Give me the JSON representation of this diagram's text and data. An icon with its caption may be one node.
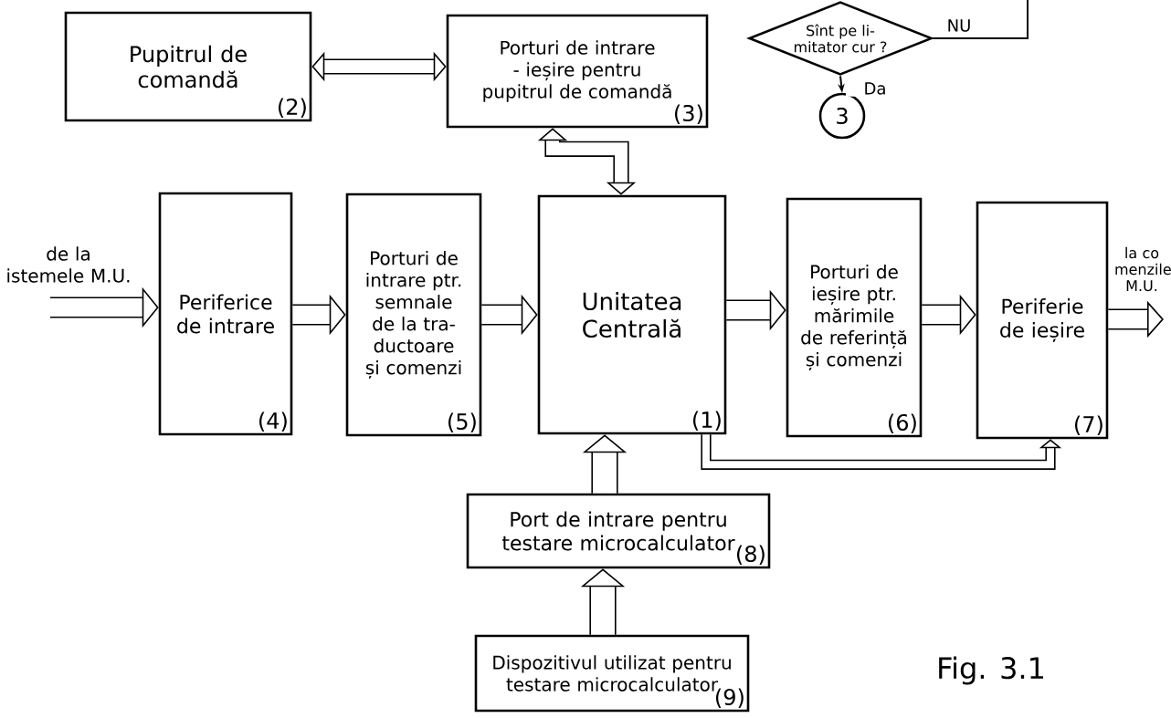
{
  "diagram": {
    "caption": "Fig. 3.1",
    "nodes": [
      {
        "text": [
          "Pupitrul de comandă",
          "(2)"
        ]
      },
      {
        "text": [
          "Porturi de intrare - ieșire pentru pupitrul de comandă",
          "(3)"
        ]
      },
      {
        "text": [
          "Sînt pe li- mitator cur ?"
        ]
      },
      {
        "text": [
          "3"
        ]
      },
      {
        "text": [
          "Periferice de intrare",
          "(4)"
        ]
      },
      {
        "text": [
          "Porturi de intrare ptr. semnale de la tra- ductoare și comenzi",
          "(5)"
        ]
      },
      {
        "text": [
          "Unitatea Centrală",
          "(1)"
        ]
      },
      {
        "text": [
          "Porturi de ieșire ptr. mărimile de referință și comenzi",
          "(6)"
        ]
      },
      {
        "text": [
          "Periferie de ieșire",
          "(7)"
        ]
      },
      {
        "text": [
          "Port de intrare pentru testare microcalculator",
          "(8)"
        ]
      },
      {
        "text": [
          "Dispozitivul utilizat pentru testare microcalculator",
          "(9)"
        ]
      }
    ],
    "edges": [
      {
        "from": 0,
        "to": 1,
        "arrow": "both"
      },
      {
        "from": 1,
        "to": 6,
        "arrow": "both"
      },
      {
        "from": null,
        "to": 4,
        "arrow": "to",
        "label": "de la istemele M.U."
      },
      {
        "from": 4,
        "to": 5,
        "arrow": "to"
      },
      {
        "from": 5,
        "to": 6,
        "arrow": "to"
      },
      {
        "from": 6,
        "to": 7,
        "arrow": "to"
      },
      {
        "from": 7,
        "to": 8,
        "arrow": "to"
      },
      {
        "from": 8,
        "to": null,
        "arrow": "to",
        "label": "la co menzile M.U."
      },
      {
        "from": 6,
        "to": 8,
        "arrow": "to"
      },
      {
        "from": 9,
        "to": 6,
        "arrow": "to"
      },
      {
        "from": 10,
        "to": 9,
        "arrow": "to"
      },
      {
        "from": 2,
        "to": 3,
        "arrow": "to",
        "label": "Da"
      },
      {
        "from": 2,
        "to": null,
        "arrow": "none",
        "label": "NU"
      }
    ]
  }
}
